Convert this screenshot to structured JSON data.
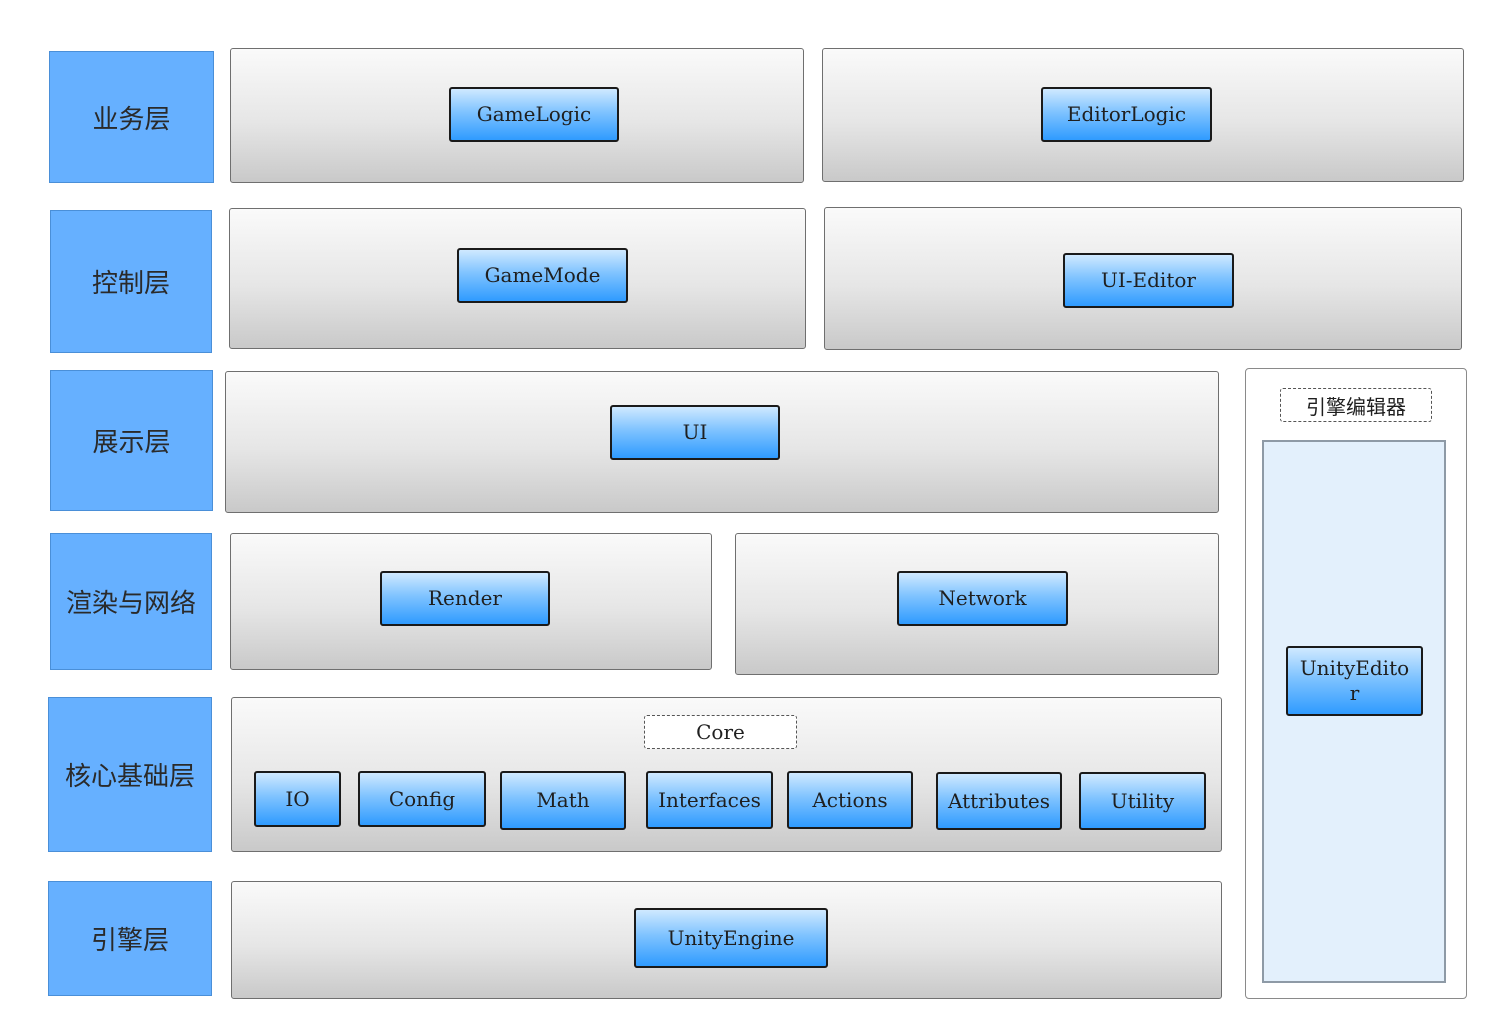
{
  "layers": {
    "business": "业务层",
    "control": "控制层",
    "presentation": "展示层",
    "render_network": "渲染与网络",
    "core_foundation": "核心基础层",
    "engine": "引擎层"
  },
  "nodes": {
    "game_logic": "GameLogic",
    "editor_logic": "EditorLogic",
    "game_mode": "GameMode",
    "ui_editor": "UI-Editor",
    "ui": "UI",
    "render": "Render",
    "network": "Network",
    "unity_engine": "UnityEngine",
    "unity_editor": "UnityEdito\nr"
  },
  "core": {
    "title": "Core",
    "modules": [
      "IO",
      "Config",
      "Math",
      "Interfaces",
      "Actions",
      "Attributes",
      "Utility"
    ]
  },
  "engine_editor": {
    "title": "引擎编辑器"
  },
  "colors": {
    "layer_label_bg": "#66b0ff",
    "node_gradient_top": "#cfe9ff",
    "node_gradient_bottom": "#2f9bff",
    "panel_gradient_top": "#fafafa",
    "panel_gradient_bottom": "#c9c9c9",
    "editor_inner_bg": "#e3f0fc"
  }
}
